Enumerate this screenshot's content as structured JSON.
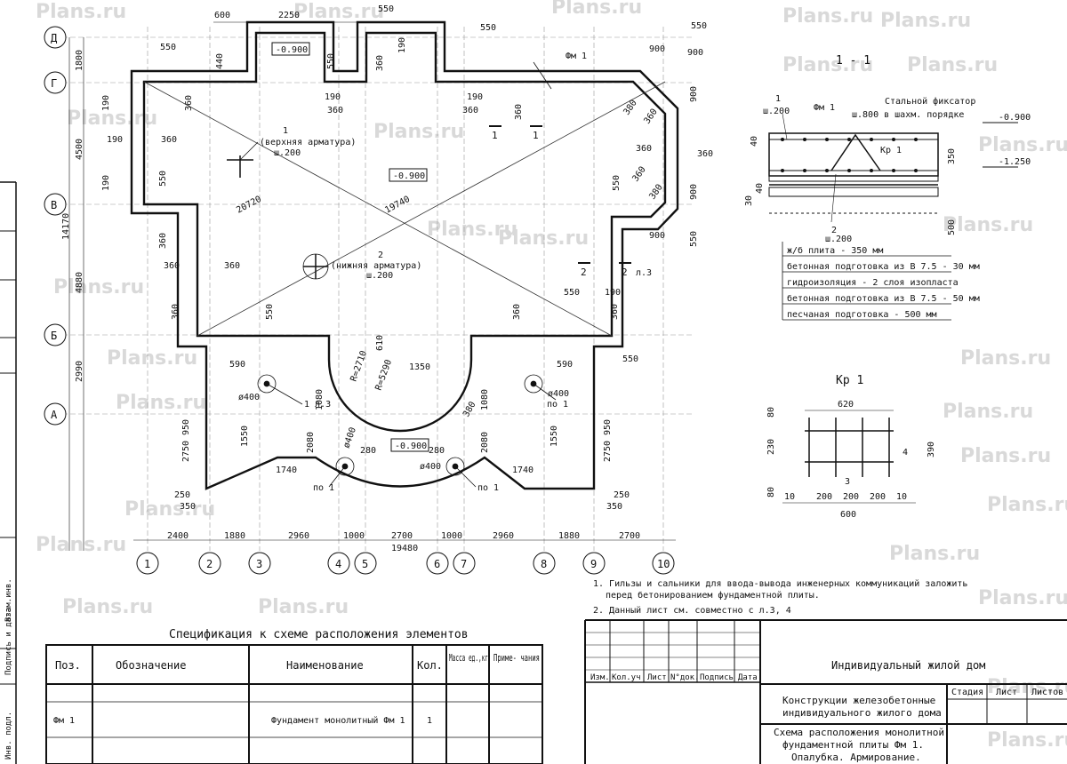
{
  "watermark": "Plans.ru",
  "plan": {
    "elevations": {
      "top_left": "-0.900",
      "center": "-0.900",
      "bottom": "-0.900"
    },
    "diagonals": [
      "20720",
      "19740"
    ],
    "slab_label": "Фм 1",
    "upper_rebar": {
      "num": "1",
      "name": "(верхняя арматура)",
      "step": "ш.200"
    },
    "lower_rebar": {
      "num": "2",
      "name": "(нижняя арматура)",
      "step": "ш.200"
    },
    "top_dims": [
      "600",
      "2250",
      "550",
      "550"
    ],
    "inner_dims": [
      "550",
      "440",
      "550",
      "360",
      "190",
      "190",
      "360",
      "190",
      "360",
      "900",
      "900",
      "550",
      "190",
      "360",
      "360",
      "360",
      "360",
      "550",
      "190",
      "360",
      "550",
      "190",
      "360",
      "360",
      "360",
      "550",
      "360",
      "360",
      "550",
      "190",
      "360",
      "380",
      "360",
      "360",
      "380"
    ],
    "right_dims": [
      "900",
      "900",
      "900",
      "550",
      "550"
    ],
    "left_dims": [
      "1800",
      "4500",
      "4880",
      "14170",
      "2990",
      "2750"
    ],
    "mid_dims": [
      "590",
      "590",
      "1350",
      "610",
      "1080",
      "1080",
      "1550",
      "1550",
      "2080",
      "2080",
      "280",
      "280",
      "1740",
      "1740",
      "950",
      "950",
      "2750",
      "250",
      "350",
      "250",
      "350",
      "380"
    ],
    "radii": [
      "R=2710",
      "R=5290"
    ],
    "sleeves": {
      "d400": "ø400",
      "ref1": "1 л.3",
      "ref2": "по 1"
    },
    "section_marks": {
      "s1": "1",
      "s2": "2",
      "sheet_ref": "л.3"
    },
    "bottom_dims": [
      "2400",
      "1880",
      "2960",
      "1000",
      "2700",
      "1000",
      "2960",
      "1880",
      "2700"
    ],
    "total_width": "19480",
    "row_axes": [
      "Д",
      "Г",
      "В",
      "Б",
      "А"
    ],
    "col_axes": [
      "1",
      "2",
      "3",
      "4",
      "5",
      "6",
      "7",
      "8",
      "9",
      "10"
    ]
  },
  "section": {
    "title": "1 - 1",
    "rebar1": {
      "num": "1",
      "step": "ш.200"
    },
    "rebar2": {
      "num": "2",
      "step": "ш.200"
    },
    "slab": "Фм 1",
    "fixer": {
      "title": "Стальной фиксатор",
      "note": "ш.800 в шахм. порядке"
    },
    "kr_label": "Кр 1",
    "levels": [
      "-0.900",
      "-1.250"
    ],
    "dims": [
      "40",
      "350",
      "40",
      "30",
      "500"
    ],
    "layers": [
      "ж/б плита - 350 мм",
      "бетонная подготовка из В 7.5 - 30 мм",
      "гидроизоляция - 2 слоя изопласта",
      "бетонная подготовка из В 7.5 - 50 мм",
      "песчаная подготовка - 500 мм"
    ]
  },
  "kr1": {
    "title": "Кр 1",
    "top": "620",
    "left": [
      "80",
      "230",
      "80"
    ],
    "right": "390",
    "bottom": [
      "10",
      "200",
      "200",
      "200",
      "10"
    ],
    "total": "600",
    "marks": [
      "3",
      "4"
    ]
  },
  "notes": [
    "1. Гильзы и сальники для ввода-вывода инженерных коммуникаций заложить",
    "перед бетонированием фундаментной плиты.",
    "2. Данный лист см. совместно с л.3, 4"
  ],
  "spec": {
    "title": "Спецификация к схеме расположения элементов",
    "headers": [
      "Поз.",
      "Обозначение",
      "Наименование",
      "Кол.",
      "Масса ед.,кг",
      "Приме- чания"
    ],
    "row": [
      "Фм 1",
      "",
      "Фундамент монолитный Фм 1",
      "1",
      "",
      ""
    ]
  },
  "stamp": {
    "project": "Индивидуальный жилой дом",
    "section_title": [
      "Конструкции железобетонные",
      "индивидуального жилого дома"
    ],
    "sheet_title": [
      "Схема расположения монолитной",
      "фундаментной плиты Фм 1.",
      "Опалубка. Армирование."
    ],
    "cols": [
      "Изм.",
      "Кол.уч",
      "Лист",
      "N°док.",
      "Подпись",
      "Дата"
    ],
    "stage": "Стадия",
    "sheet": "Лист",
    "sheets": "Листов"
  },
  "side_strip": [
    "Взам.инв.",
    "Подпись и дата",
    "Инв. подл."
  ]
}
